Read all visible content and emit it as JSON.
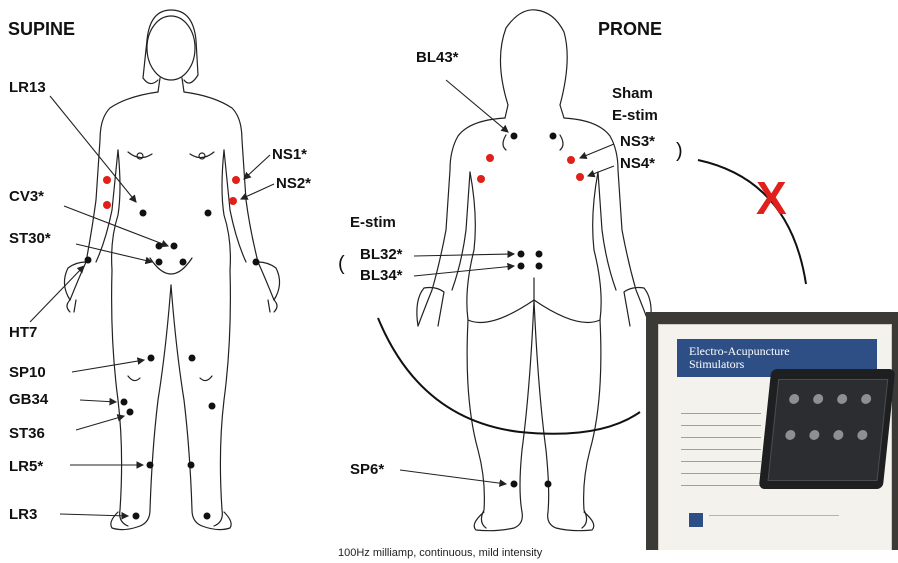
{
  "headers": {
    "supine": "SUPINE",
    "prone": "PRONE"
  },
  "supine_labels": {
    "lr13": "LR13",
    "cv3": "CV3*",
    "st30": "ST30*",
    "ht7": "HT7",
    "sp10": "SP10",
    "gb34": "GB34",
    "st36": "ST36",
    "lr5": "LR5*",
    "lr3": "LR3",
    "ns1": "NS1*",
    "ns2": "NS2*"
  },
  "prone_labels": {
    "bl43": "BL43*",
    "sham_line1": "Sham",
    "sham_line2": "E-stim",
    "ns3": "NS3*",
    "ns4": "NS4*",
    "estim": "E-stim",
    "bl32": "BL32*",
    "bl34": "BL34*",
    "sp6": "SP6*"
  },
  "mark": "X",
  "footnote": "100Hz milliamp, continuous, mild intensity",
  "colors": {
    "sham_points": "#e0201b",
    "x_mark": "#e0201b",
    "box_blue": "#2d4f86"
  },
  "photo": {
    "title_line1": "Electro-Acupuncture",
    "title_line2": "Stimulators"
  }
}
